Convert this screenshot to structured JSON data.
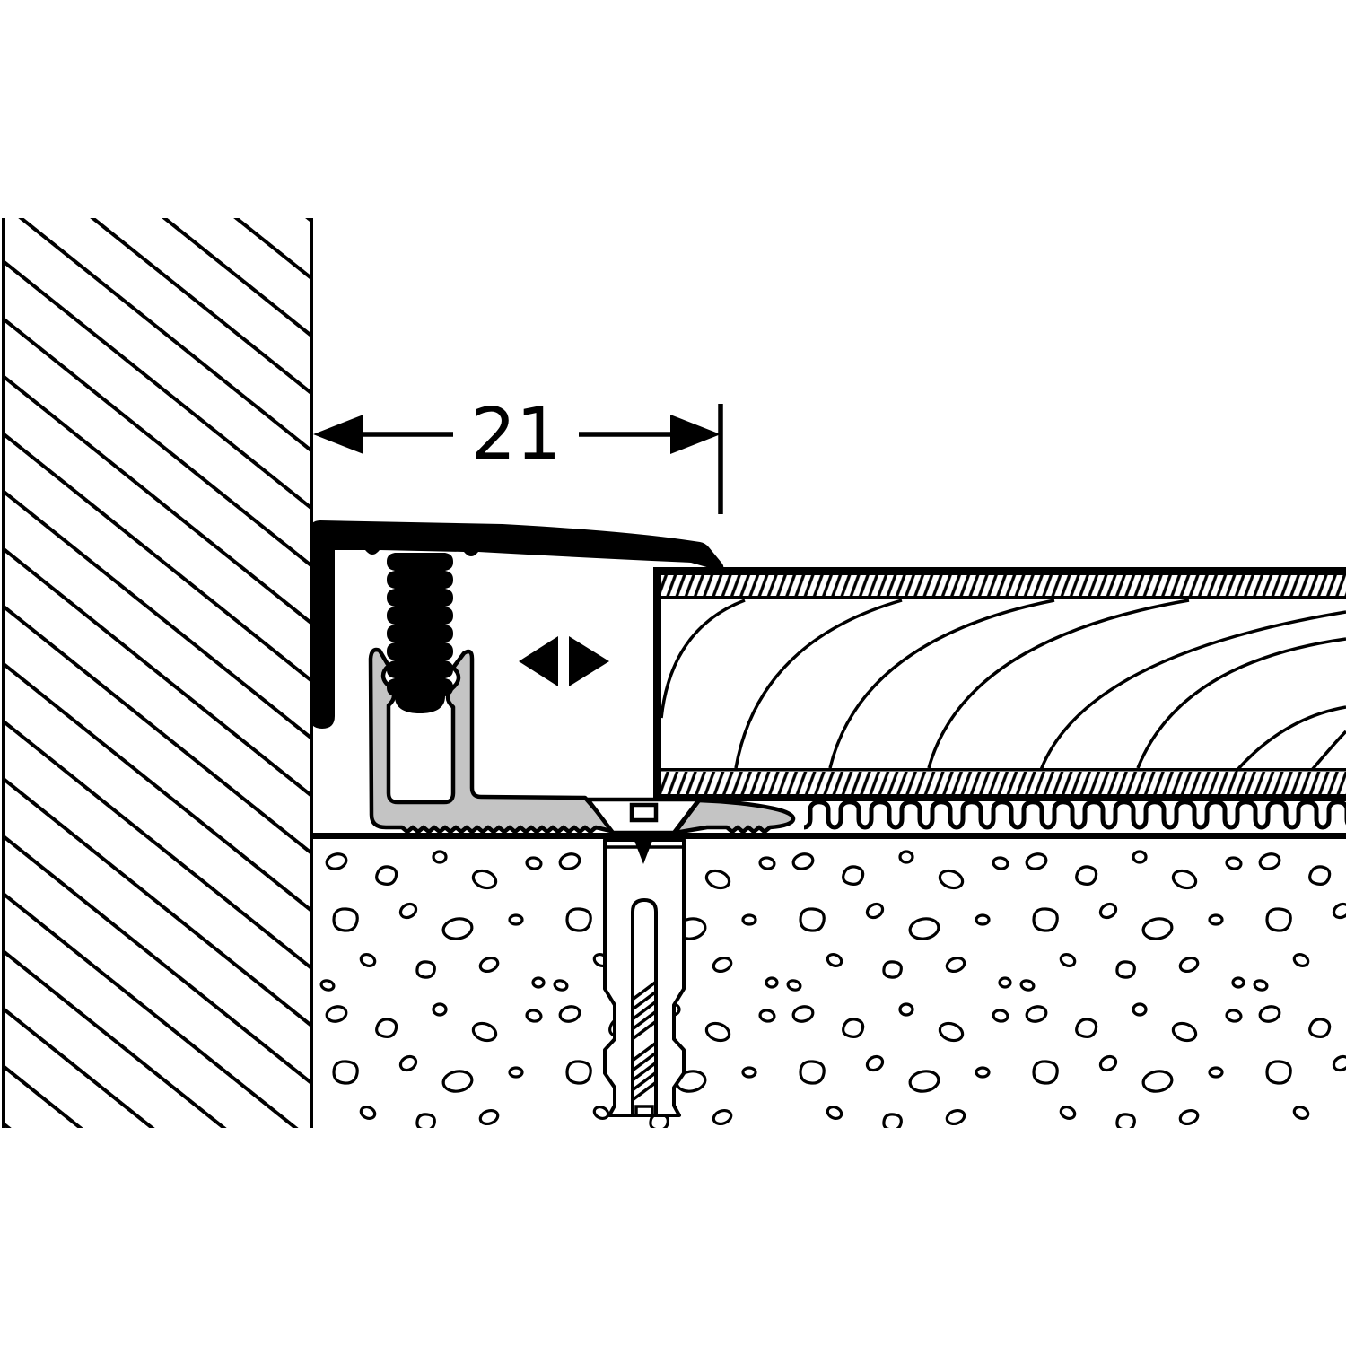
{
  "drawing": {
    "title": "transition-profile-cross-section",
    "dimension": {
      "value": "21"
    },
    "colors": {
      "line": "#000000",
      "aluminum_gray": "#c4c4c4",
      "background": "#ffffff"
    },
    "components": {
      "wall": "masonry wall (hatched)",
      "top_profile": "black transition profile with wall leg",
      "threaded_stem": "threaded height-adjustment stem",
      "base_profile": "aluminum base channel with serrated flange",
      "screw": "countersunk fixing screw",
      "wall_plug": "expansion wall plug in screed",
      "flooring": "wood flooring with wear and backing layers",
      "underlayment": "resilient underlay (loops)",
      "screed": "screed / concrete substrate with aggregate",
      "adjustment_icon": "left-right adjustment arrows"
    }
  }
}
